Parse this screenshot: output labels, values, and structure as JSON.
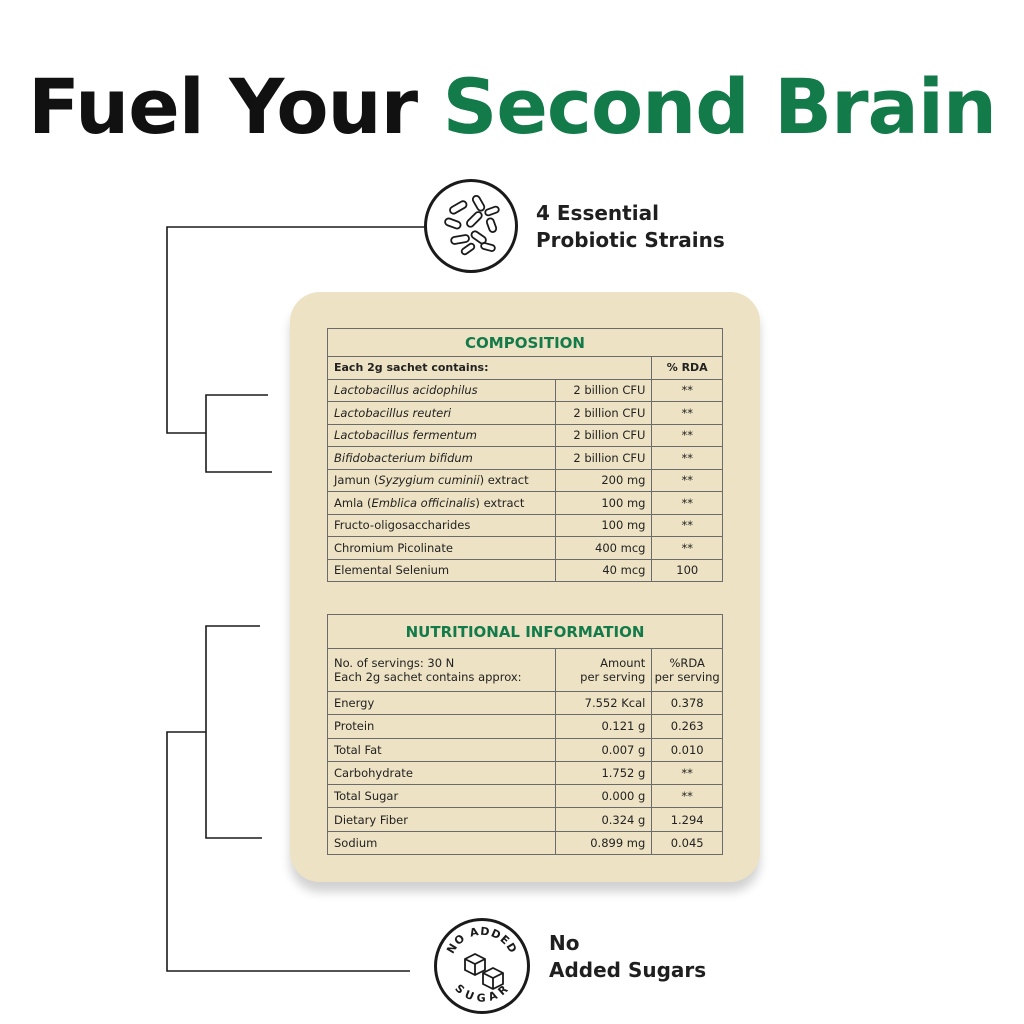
{
  "headline": {
    "part1": "Fuel Your",
    "part2": "Second Brain"
  },
  "colors": {
    "accent": "#137a4a",
    "card": "#ede2c3",
    "text": "#1a1a1a"
  },
  "features": {
    "probiotic": {
      "icon": "bacteria-icon",
      "line1": "4 Essential",
      "line2": "Probiotic Strains"
    },
    "sugar": {
      "icon": "no-added-sugar-icon",
      "badge_top": "NO ADDED",
      "badge_bottom": "SUGAR",
      "line1": "No",
      "line2": "Added Sugars"
    }
  },
  "composition": {
    "title": "COMPOSITION",
    "header_label": "Each 2g sachet contains:",
    "header_rda": "% RDA",
    "rows": [
      {
        "pre": "",
        "italic": "Lactobacillus acidophilus",
        "post": "",
        "amount": "2 billion CFU",
        "rda": "**"
      },
      {
        "pre": "",
        "italic": "Lactobacillus reuteri",
        "post": "",
        "amount": "2 billion CFU",
        "rda": "**"
      },
      {
        "pre": "",
        "italic": "Lactobacillus fermentum",
        "post": "",
        "amount": "2 billion CFU",
        "rda": "**"
      },
      {
        "pre": "",
        "italic": "Bifidobacterium bifidum",
        "post": "",
        "amount": "2 billion CFU",
        "rda": "**"
      },
      {
        "pre": "Jamun (",
        "italic": "Syzygium cuminii",
        "post": ") extract",
        "amount": "200 mg",
        "rda": "**"
      },
      {
        "pre": "Amla (",
        "italic": "Emblica officinalis",
        "post": ") extract",
        "amount": "100 mg",
        "rda": "**"
      },
      {
        "pre": "Fructo-oligosaccharides",
        "italic": "",
        "post": "",
        "amount": "100 mg",
        "rda": "**"
      },
      {
        "pre": "Chromium Picolinate",
        "italic": "",
        "post": "",
        "amount": "400 mcg",
        "rda": "**"
      },
      {
        "pre": "Elemental Selenium",
        "italic": "",
        "post": "",
        "amount": "40 mcg",
        "rda": "100"
      }
    ]
  },
  "nutrition": {
    "title": "NUTRITIONAL INFORMATION",
    "header_label_1": "No. of servings: 30 N",
    "header_label_2": "Each 2g sachet contains approx:",
    "header_amount_1": "Amount",
    "header_amount_2": "per serving",
    "header_rda_1": "%RDA",
    "header_rda_2": "per serving",
    "rows": [
      {
        "label": "Energy",
        "amount": "7.552 Kcal",
        "rda": "0.378"
      },
      {
        "label": "Protein",
        "amount": "0.121 g",
        "rda": "0.263"
      },
      {
        "label": "Total Fat",
        "amount": "0.007 g",
        "rda": "0.010"
      },
      {
        "label": "Carbohydrate",
        "amount": "1.752 g",
        "rda": "**"
      },
      {
        "label": "Total Sugar",
        "amount": "0.000 g",
        "rda": "**"
      },
      {
        "label": "Dietary Fiber",
        "amount": "0.324 g",
        "rda": "1.294"
      },
      {
        "label": "Sodium",
        "amount": "0.899 mg",
        "rda": "0.045"
      }
    ]
  }
}
